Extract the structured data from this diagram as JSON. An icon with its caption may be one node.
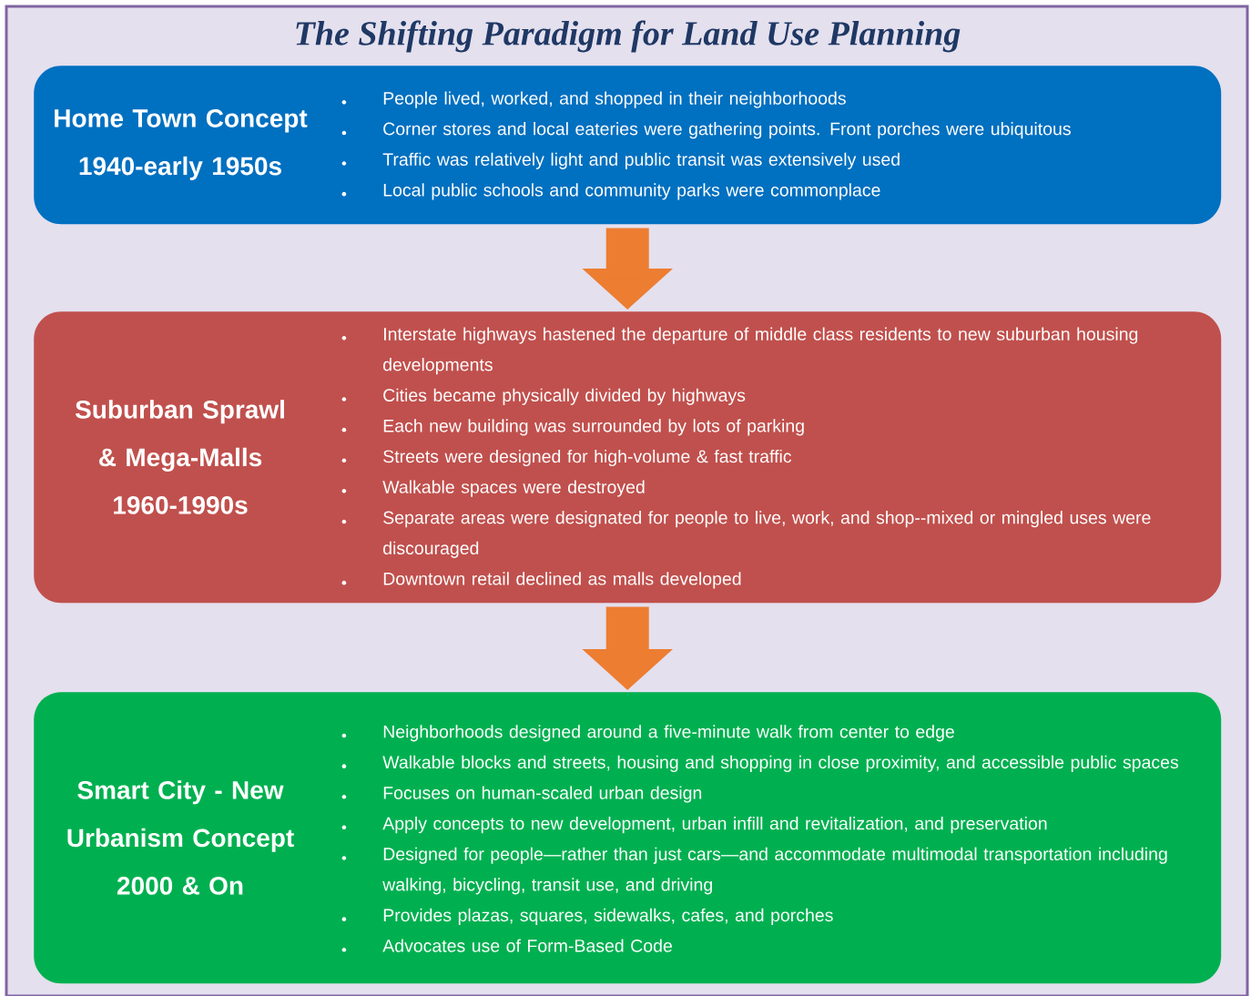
{
  "diagram": {
    "title": "The Shifting Paradigm for Land Use Planning",
    "nodes": [
      {
        "text": [
          "Home Town Concept",
          "1940-early 1950s",
          "People lived, worked, and shopped in their neighborhoods",
          "Corner stores and local eateries were gathering points. Front porches were ubiquitous",
          "Traffic was relatively light and public transit was extensively used",
          "Local public schools and community parks were commonplace"
        ]
      },
      {
        "text": [
          "Suburban Sprawl & Mega-Malls",
          "1960-1990s",
          "Interstate highways hastened the departure of middle class residents to new suburban housing developments",
          "Cities became physically divided by highways",
          "Each new building was surrounded by lots of parking",
          "Streets were designed for high-volume & fast traffic",
          "Walkable spaces were destroyed",
          "Separate areas were designated for people to live, work, and shop--mixed or mingled uses were discouraged",
          "Downtown retail declined as malls developed"
        ]
      },
      {
        "text": [
          "Smart City - New Urbanism Concept",
          "2000 & On",
          "Neighborhoods designed around a five-minute walk from center to edge",
          "Walkable blocks and streets, housing and shopping in close proximity, and accessible public spaces",
          "Focuses on human-scaled urban design",
          "Apply concepts to new development, urban infill and revitalization, and preservation",
          "Designed for people—rather than just cars—and accommodate multimodal transportation including walking, bicycling, transit use, and driving",
          "Provides plazas, squares, sidewalks, cafes, and porches",
          "Advocates use of Form-Based Code"
        ]
      }
    ],
    "edges": [
      {
        "from": 0,
        "to": 1,
        "arrow": "to"
      },
      {
        "from": 1,
        "to": 2,
        "arrow": "to"
      }
    ]
  }
}
